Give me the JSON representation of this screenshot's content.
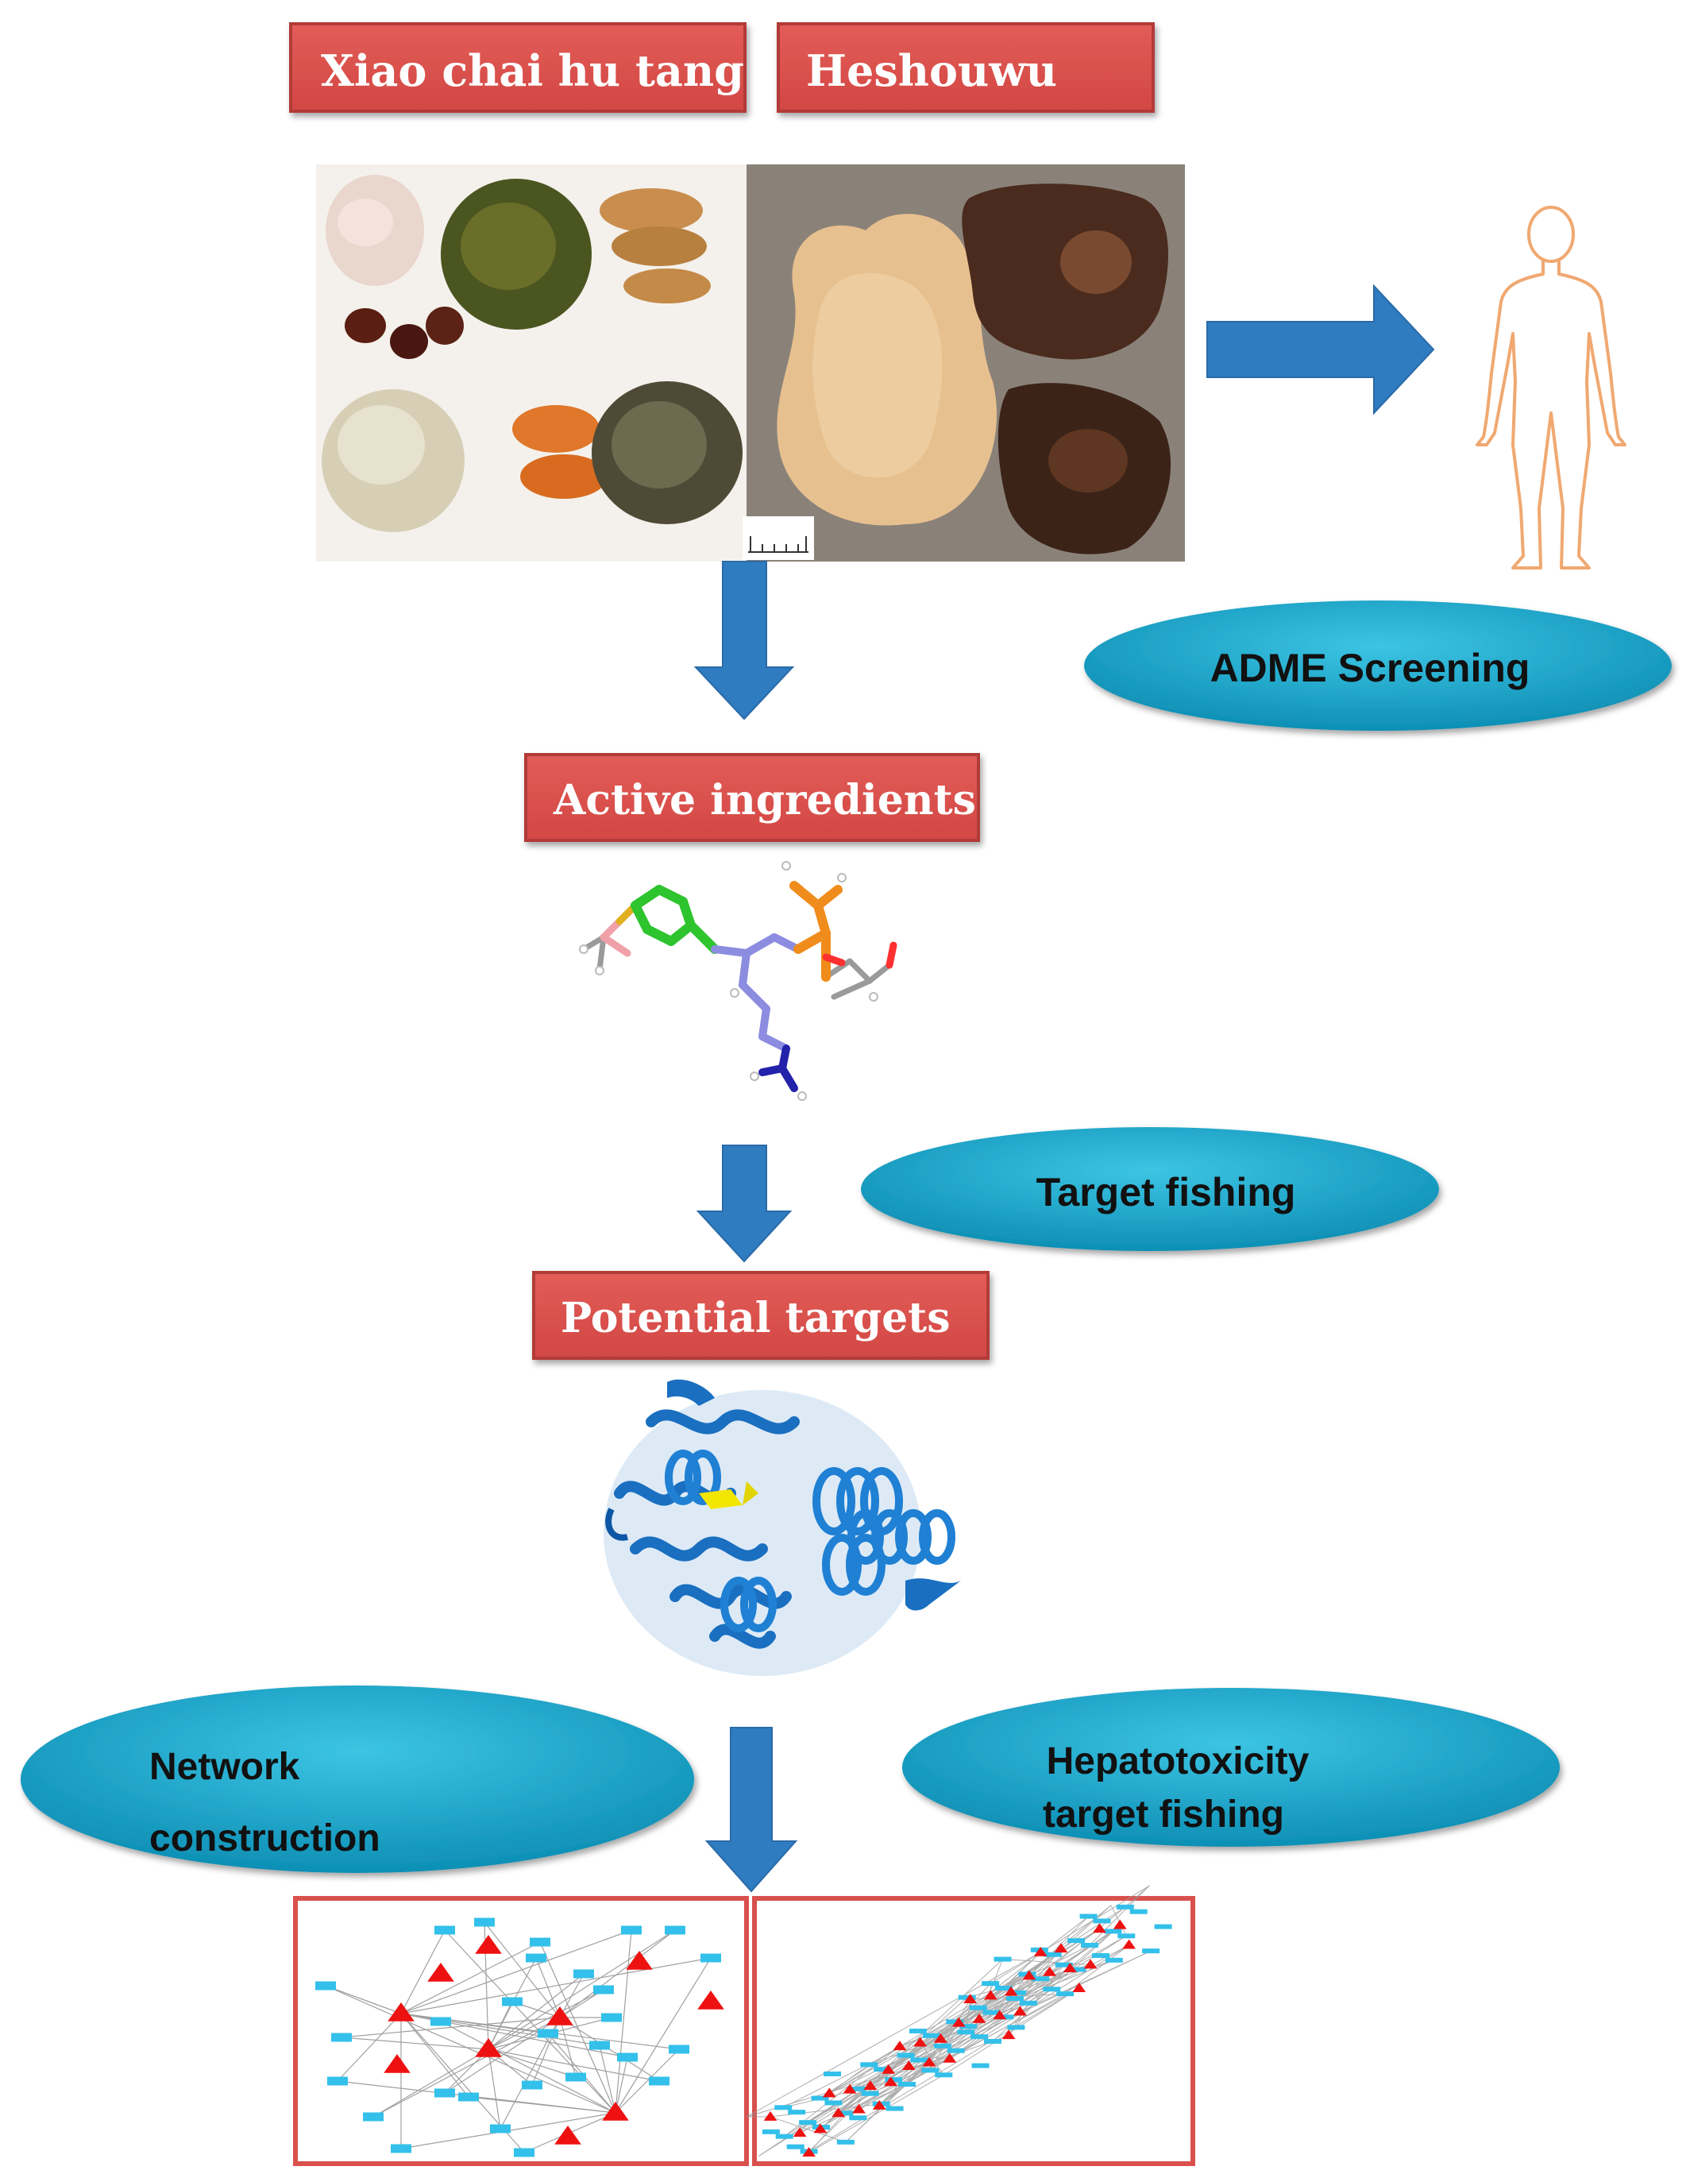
{
  "labels": {
    "xiao": "Xiao chai hu tang",
    "heshouwu": "Heshouwu",
    "active": "Active ingredients",
    "potential": "Potential targets"
  },
  "ovals": {
    "adme": "ADME Screening",
    "target": "Target  fishing",
    "network_line1": "Network",
    "network_line2": "construction",
    "hepato_line1": "Hepatotoxicity",
    "hepato_line2": "target  fishing"
  },
  "colors": {
    "label_box": "#d9504c",
    "label_border": "#c0392b",
    "arrow": "#2f7cc1",
    "oval": "#14a3c7",
    "body_outline": "#f0a870",
    "triangle": "#ee1111",
    "node_box": "#33c0ea",
    "protein": "#1a6fc0"
  },
  "icons": {
    "human": "human-body-icon",
    "molecule": "molecule-stick-model",
    "protein": "protein-ribbon-model"
  }
}
